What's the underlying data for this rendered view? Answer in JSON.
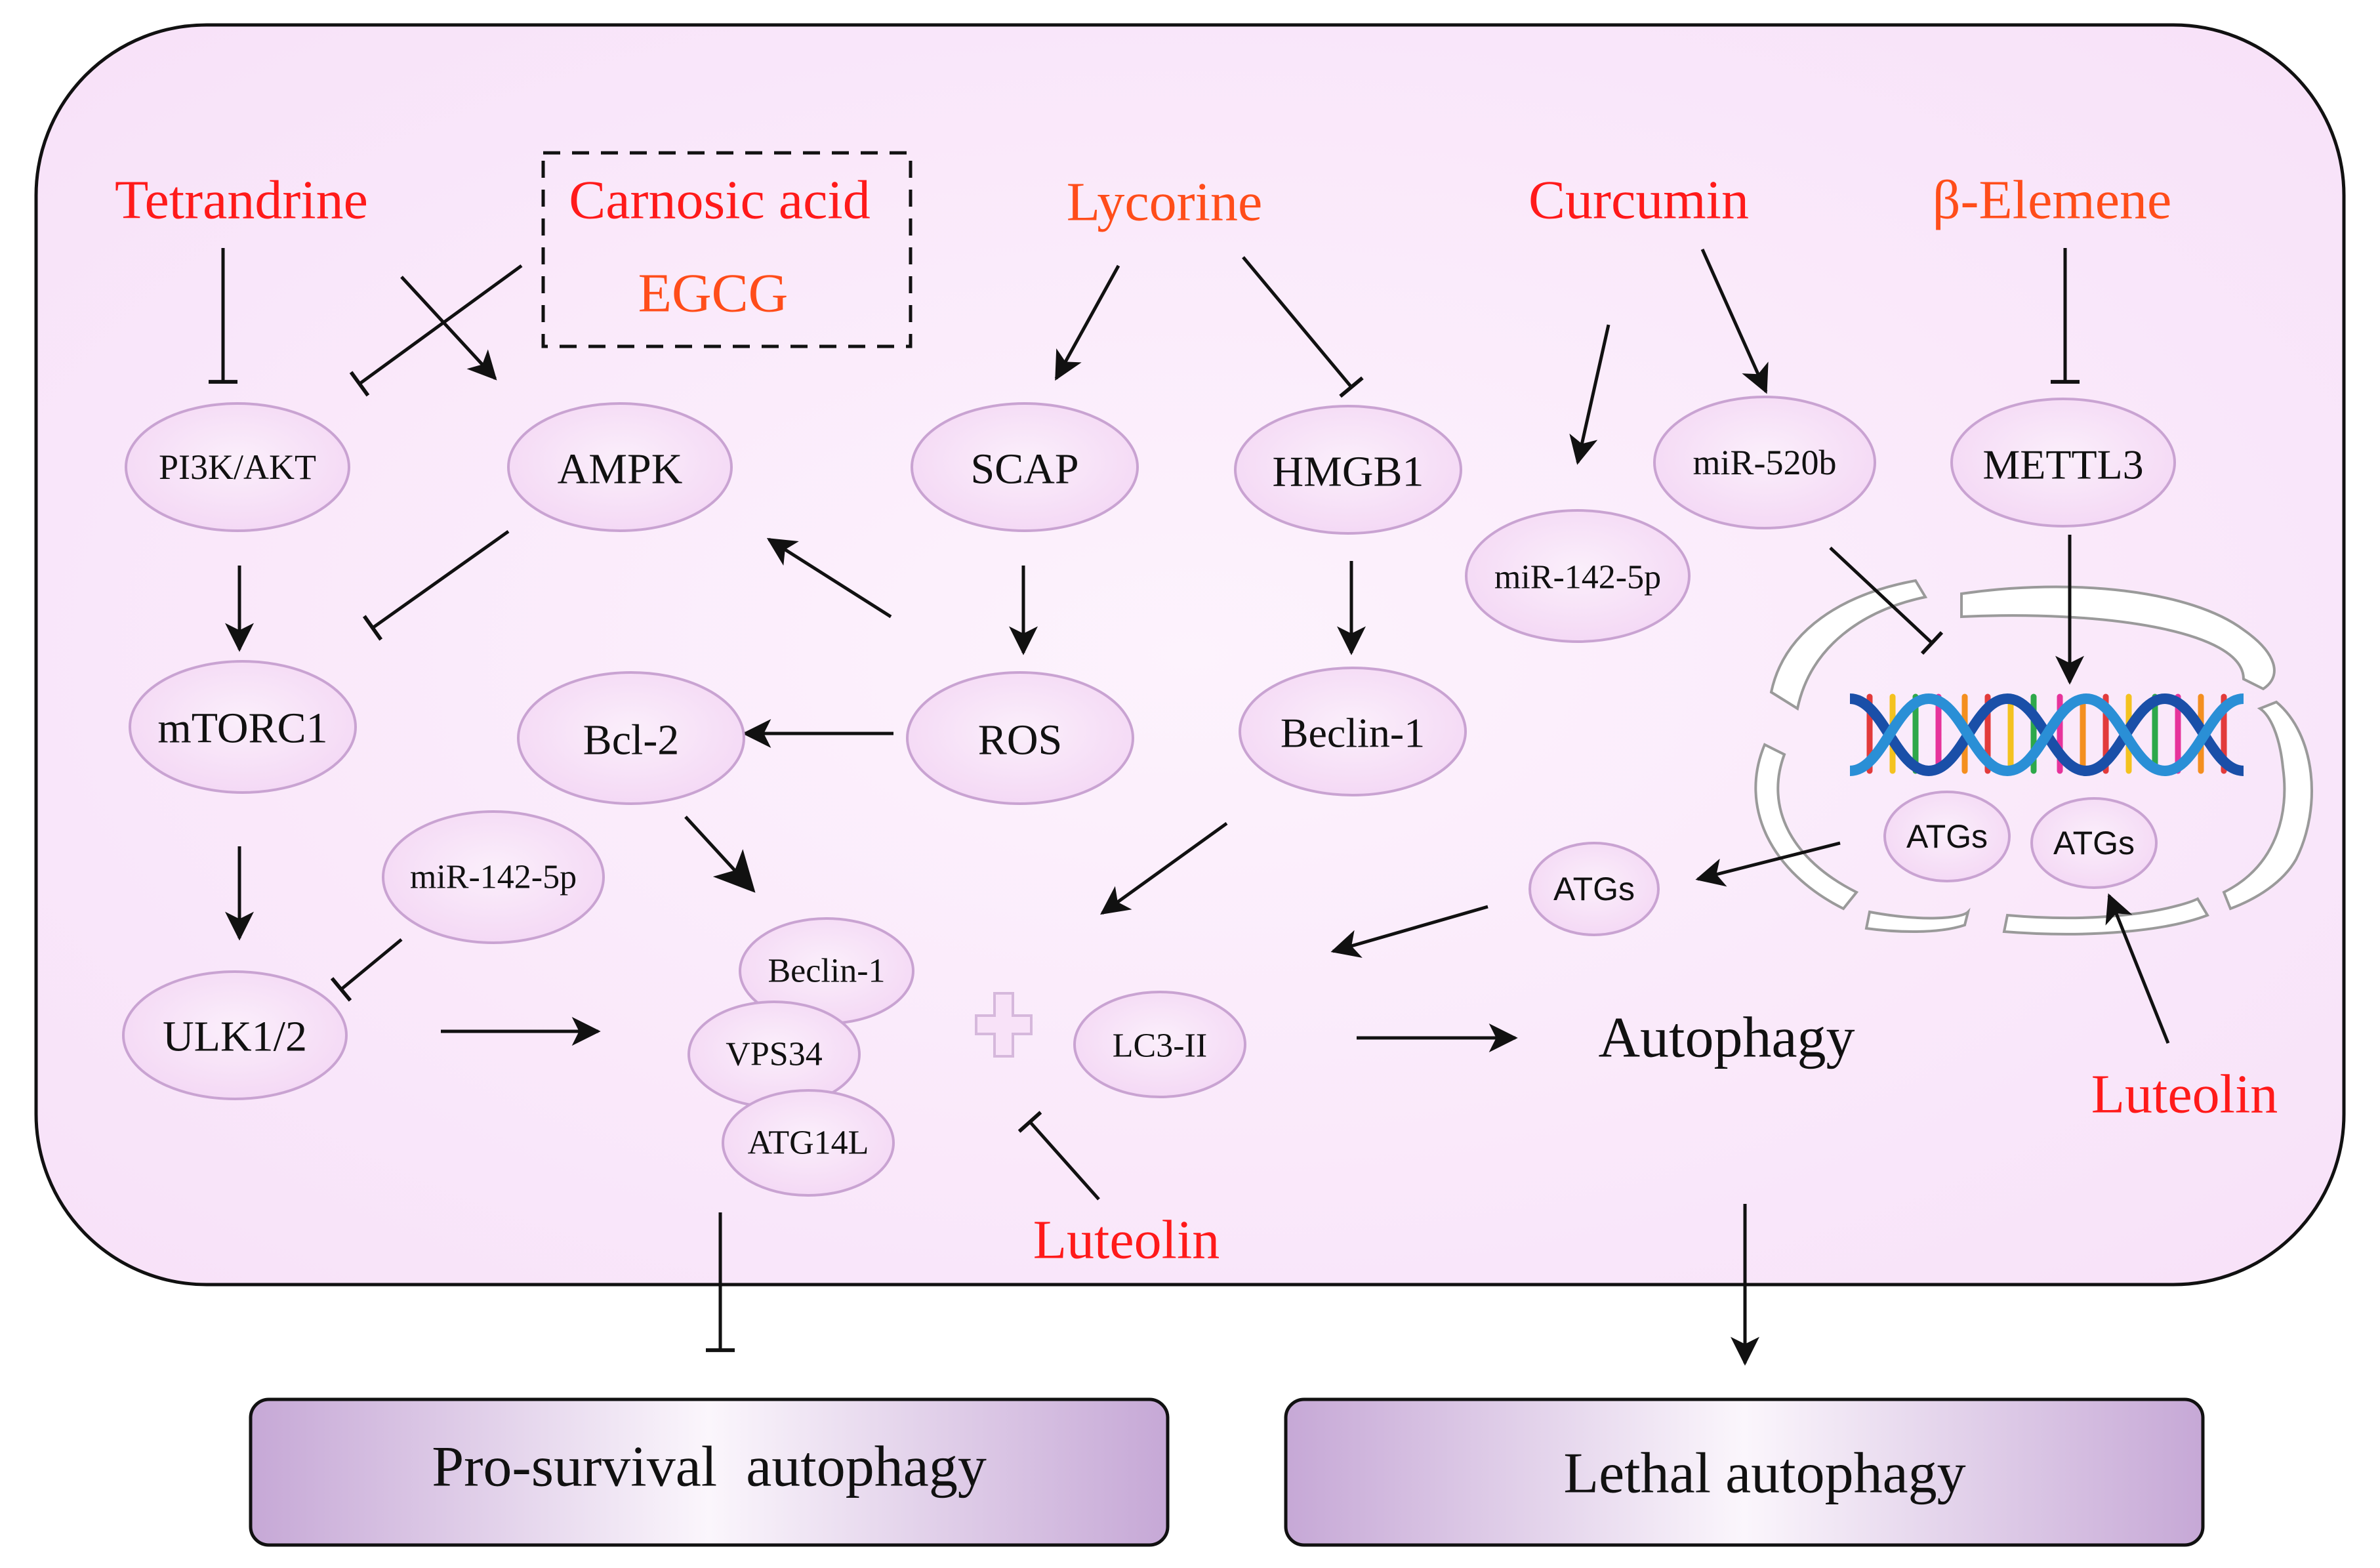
{
  "drugs": {
    "tetrandrine": "Tetrandrine",
    "carnosic_acid": "Carnosic acid",
    "egcg": "EGCG",
    "lycorine": "Lycorine",
    "curcumin": "Curcumin",
    "beta_elemene": "β-Elemene",
    "luteolin_center": "Luteolin",
    "luteolin_right": "Luteolin"
  },
  "nodes": {
    "pi3k": "PI3K/AKT",
    "ampk": "AMPK",
    "scap": "SCAP",
    "hmgb1": "HMGB1",
    "mir520b": "miR-520b",
    "mettl3": "METTL3",
    "mir142_right": "miR-142-5p",
    "mtorc1": "mTORC1",
    "bcl2": "Bcl-2",
    "ros": "ROS",
    "beclin1_top": "Beclin-1",
    "mir142_left": "miR-142-5p",
    "ulk": "ULK1/2",
    "beclin1_complex": "Beclin-1",
    "vps34": "VPS34",
    "atg14l": "ATG14L",
    "lc3": "LC3-II",
    "atgs_out": "ATGs",
    "atgs_nuc1": "ATGs",
    "atgs_nuc2": "ATGs"
  },
  "labels": {
    "autophagy": "Autophagy"
  },
  "outcomes": {
    "pro_survival": "Pro-survival  autophagy",
    "lethal": "Lethal autophagy"
  },
  "colors": {
    "cell_fill": "#f9e6fa",
    "cell_border": "#111111",
    "node_fill": "#f5d9f6",
    "node_stroke": "#c9a3d2",
    "drug_red": "#ff1a1a",
    "drug_orange": "#ff4d1a",
    "outcome_dark": "#c6a8d6",
    "outcome_light": "#ffffff"
  }
}
